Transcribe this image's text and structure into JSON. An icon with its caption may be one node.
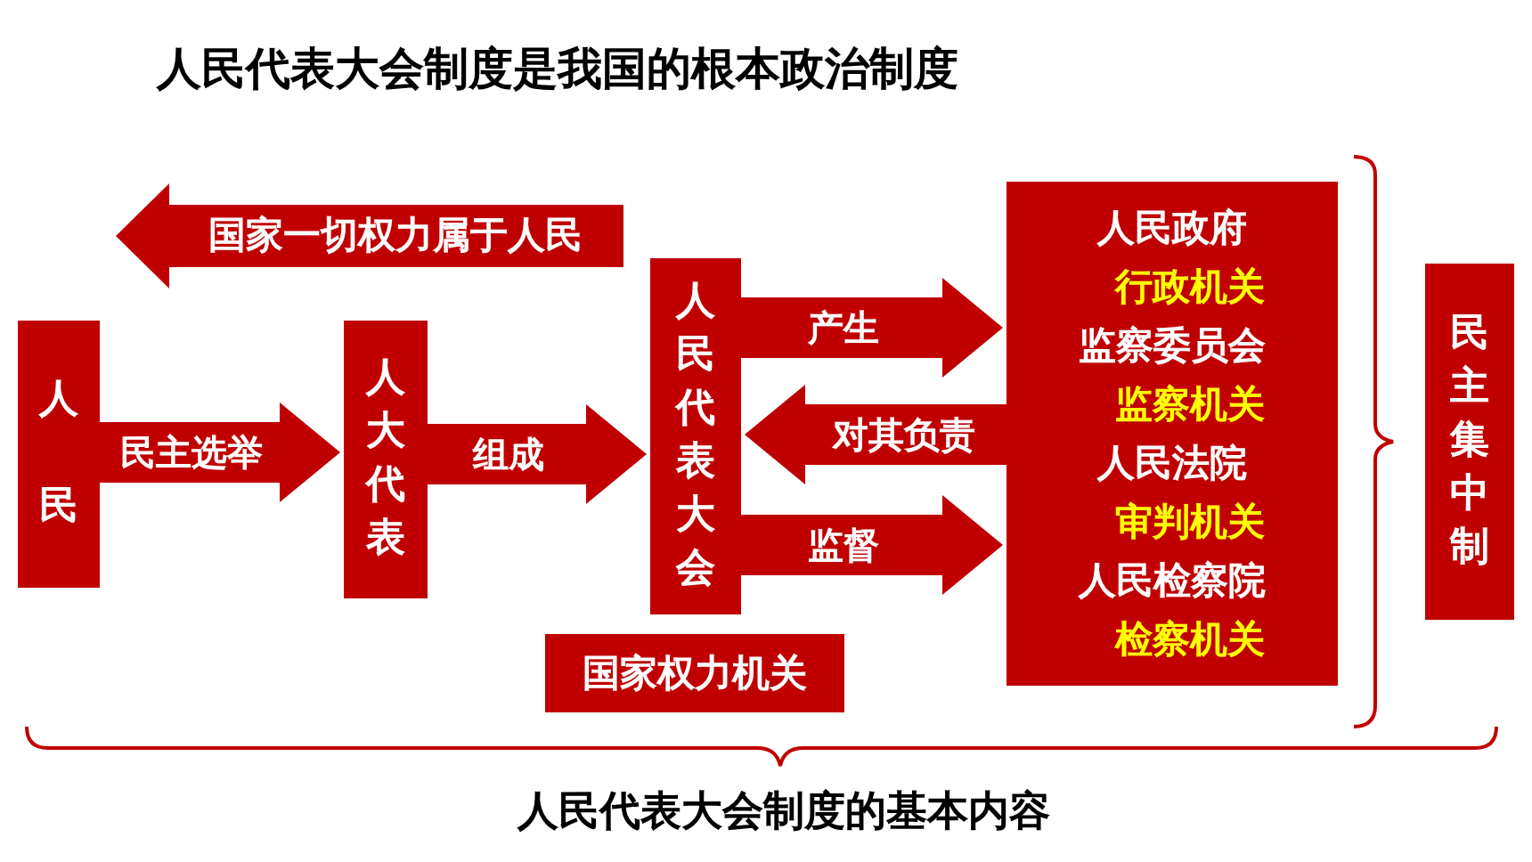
{
  "diagram": {
    "title": "人民代表大会制度是我国的根本政治制度",
    "caption": "人民代表大会制度的基本内容",
    "nodes": [
      {
        "text": [
          "人民"
        ]
      },
      {
        "text": [
          "人大代表"
        ]
      },
      {
        "text": [
          "人民代表大会"
        ]
      },
      {
        "text": [
          "人民政府",
          "行政机关",
          "监察委员会",
          "监察机关",
          "人民法院",
          "审判机关",
          "人民检察院",
          "检察机关"
        ]
      },
      {
        "text": [
          "民主集中制"
        ]
      },
      {
        "text": [
          "国家权力机关"
        ]
      },
      {
        "text": [
          "国家一切权力属于人民"
        ]
      }
    ],
    "edges": [
      {
        "from": 0,
        "to": 1,
        "arrow": "to",
        "label": "民主选举"
      },
      {
        "from": 1,
        "to": 2,
        "arrow": "to",
        "label": "组成"
      },
      {
        "from": 2,
        "to": 3,
        "arrow": "to",
        "label": "产生"
      },
      {
        "from": 3,
        "to": 2,
        "arrow": "to",
        "label": "对其负责"
      },
      {
        "from": 2,
        "to": 3,
        "arrow": "to",
        "label": "监督"
      }
    ]
  }
}
